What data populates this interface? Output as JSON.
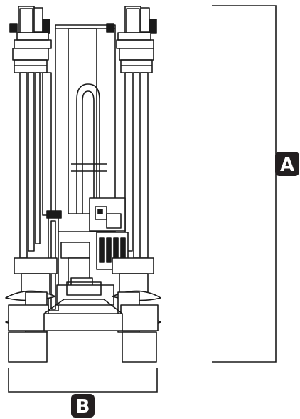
{
  "diagram": {
    "dimensions": [
      {
        "id": "height",
        "label": "A"
      },
      {
        "id": "width",
        "label": "B"
      }
    ]
  },
  "colors": {
    "line": "#1a1a1a",
    "badge_fill": "#231f20",
    "badge_text": "#ffffff",
    "background": "#ffffff"
  }
}
